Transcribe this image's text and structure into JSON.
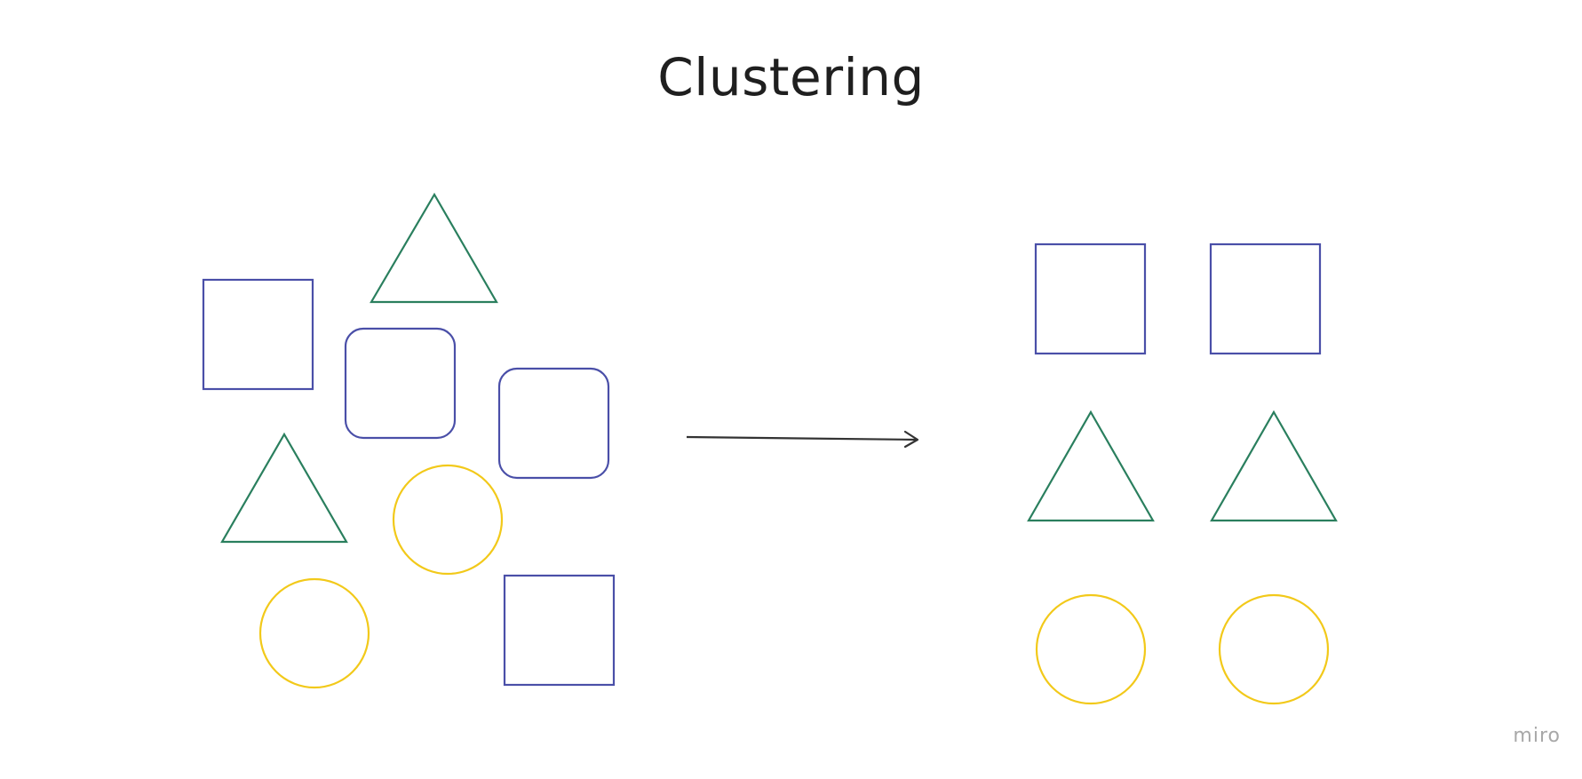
{
  "title": "Clustering",
  "watermark": "miro",
  "colors": {
    "square": "#4a4fa8",
    "triangle": "#2a7f5e",
    "circle": "#f2c91a",
    "arrow": "#333333",
    "title": "#1f1f1f",
    "watermark": "#a8a8a8"
  },
  "before_group": {
    "shapes": [
      "square",
      "triangle",
      "rounded-square",
      "rounded-square",
      "triangle",
      "circle",
      "circle",
      "square"
    ]
  },
  "after_group": {
    "rows": [
      [
        "square",
        "square"
      ],
      [
        "triangle",
        "triangle"
      ],
      [
        "circle",
        "circle"
      ]
    ]
  }
}
